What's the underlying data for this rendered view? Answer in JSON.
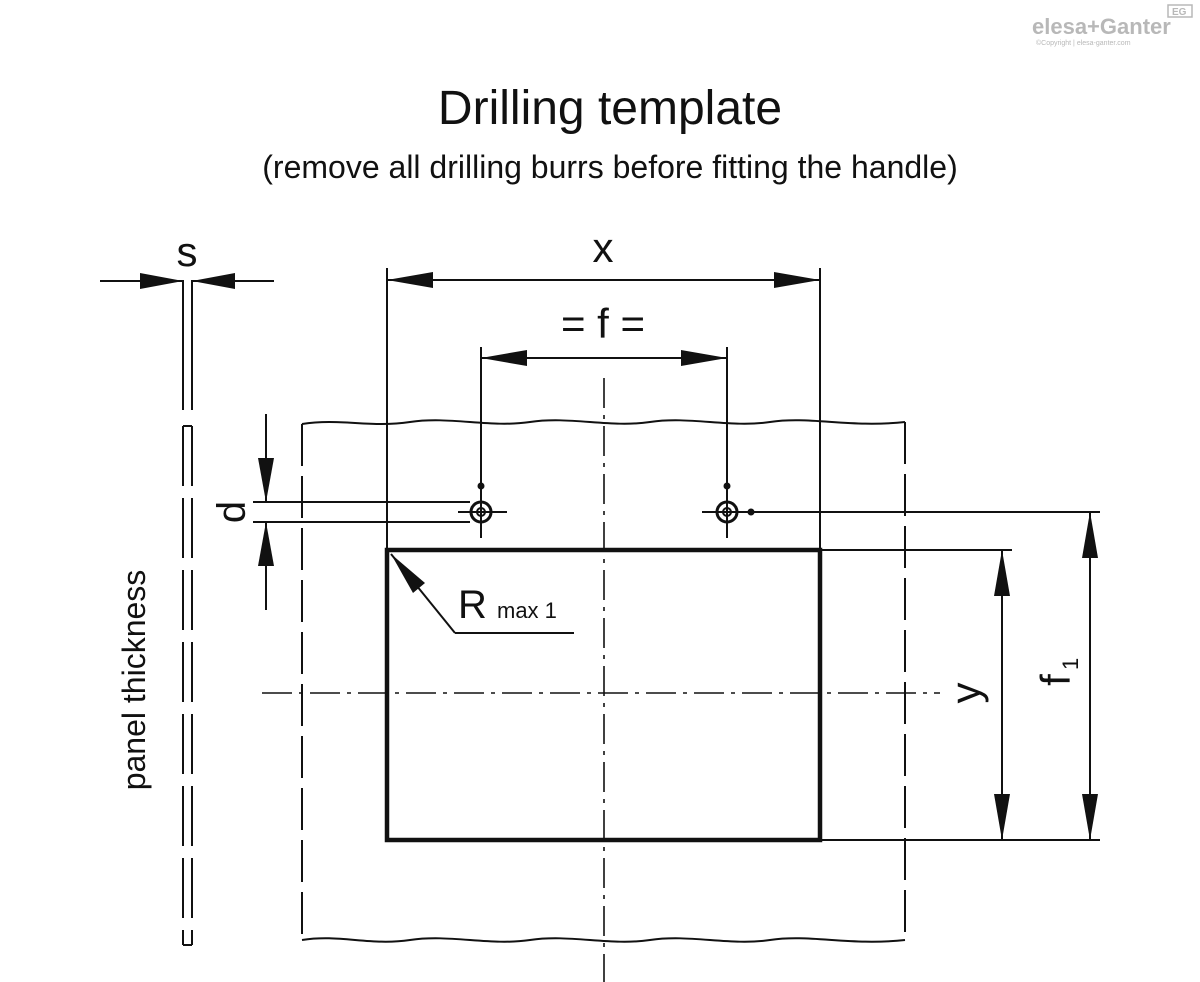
{
  "header": {
    "title": "Drilling template",
    "subtitle": "(remove all drilling burrs before fitting the handle)"
  },
  "logo": {
    "brand": "elesa+Ganter",
    "badge": "EG",
    "copyright": "©Copyright | elesa-ganter.com"
  },
  "labels": {
    "x": "x",
    "f": "= f =",
    "s": "s",
    "d": "d",
    "radius_main": "R",
    "radius_sub": "max 1",
    "y": "y",
    "f1_main": "f",
    "f1_sub": "1",
    "panel_thickness": "panel thickness"
  },
  "colors": {
    "line": "#111111",
    "logo": "#b8b8b8"
  }
}
